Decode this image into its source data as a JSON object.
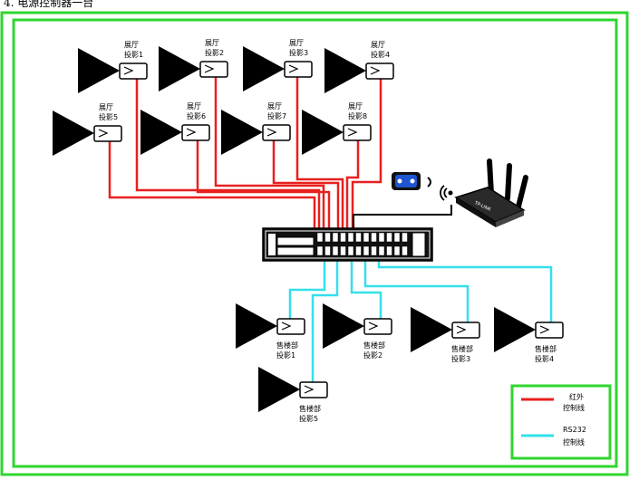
{
  "heading": "4.    电源控制器一台",
  "hall_projectors": [
    {
      "line1": "展厅",
      "line2": "投影1"
    },
    {
      "line1": "展厅",
      "line2": "投影2"
    },
    {
      "line1": "展厅",
      "line2": "投影3"
    },
    {
      "line1": "展厅",
      "line2": "投影4"
    },
    {
      "line1": "展厅",
      "line2": "投影5"
    },
    {
      "line1": "展厅",
      "line2": "投影6"
    },
    {
      "line1": "展厅",
      "line2": "投影7"
    },
    {
      "line1": "展厅",
      "line2": "投影8"
    }
  ],
  "sales_projectors": [
    {
      "line1": "售楼部",
      "line2": "投影1"
    },
    {
      "line1": "售楼部",
      "line2": "投影2"
    },
    {
      "line1": "售楼部",
      "line2": "投影3"
    },
    {
      "line1": "售楼部",
      "line2": "投影4"
    },
    {
      "line1": "售楼部",
      "line2": "投影5"
    }
  ],
  "router_brand": "TP-LINK",
  "legend": {
    "ir_line1": "红外",
    "ir_line2": "控制线",
    "ir_color": "#e8201f",
    "rs_line1": "RS232",
    "rs_line2": "控制线",
    "rs_color": "#33e0ea"
  },
  "frame_color": "#2fd62f"
}
